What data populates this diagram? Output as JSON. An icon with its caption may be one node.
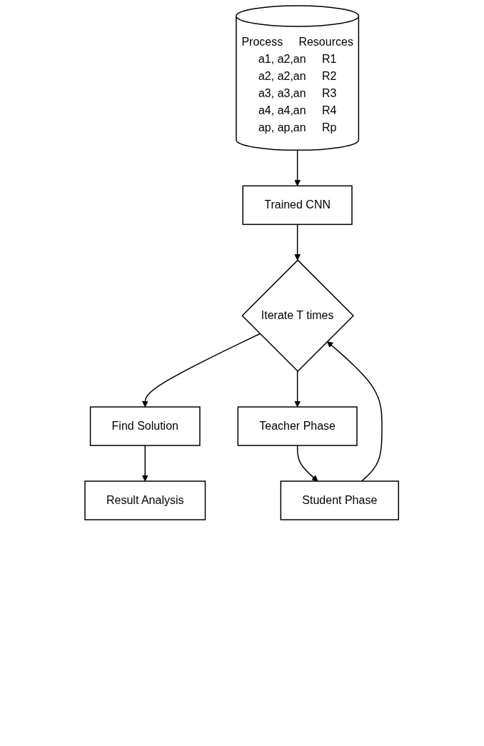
{
  "diagram": {
    "nodes": [
      {
        "text": [
          "Process",
          "Resources",
          "a1, a2,an",
          "R1",
          "a2, a2,an",
          "R2",
          "a3, a3,an",
          "R3",
          "a4, a4,an",
          "R4",
          "ap, ap,an",
          "Rp"
        ]
      },
      {
        "text": [
          "Trained CNN"
        ]
      },
      {
        "text": [
          "Iterate T times"
        ]
      },
      {
        "text": [
          "Find Solution"
        ]
      },
      {
        "text": [
          "Result Analysis"
        ]
      },
      {
        "text": [
          "Teacher Phase"
        ]
      },
      {
        "text": [
          "Student Phase"
        ]
      }
    ],
    "edges": [
      {
        "from": 0,
        "to": 1,
        "arrow": "to"
      },
      {
        "from": 1,
        "to": 2,
        "arrow": "to"
      },
      {
        "from": 2,
        "to": 3,
        "arrow": "to"
      },
      {
        "from": 3,
        "to": 4,
        "arrow": "to"
      },
      {
        "from": 2,
        "to": 5,
        "arrow": "to"
      },
      {
        "from": 5,
        "to": 6,
        "arrow": "to"
      },
      {
        "from": 6,
        "to": 2,
        "arrow": "to"
      }
    ]
  }
}
